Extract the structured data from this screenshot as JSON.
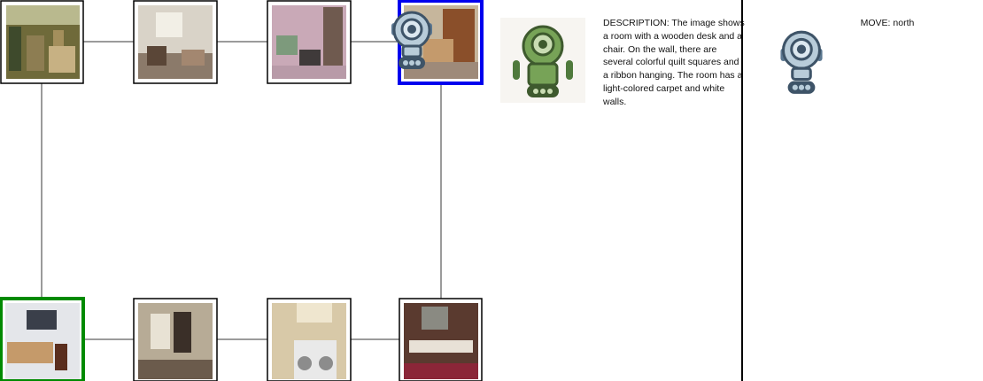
{
  "rooms": [
    {
      "id": "r1",
      "label": "storage room with boxes and shelves",
      "visited": false,
      "current": false,
      "start": false
    },
    {
      "id": "r2",
      "label": "room with chairs and windows",
      "visited": false,
      "current": false,
      "start": false
    },
    {
      "id": "r3",
      "label": "crafting room with shelves and desk",
      "visited": false,
      "current": false,
      "start": false
    },
    {
      "id": "r4",
      "label": "room with wooden desk and chair",
      "visited": true,
      "current": true,
      "start": false
    },
    {
      "id": "r5",
      "label": "office with desk and chair",
      "visited": true,
      "current": false,
      "start": true
    },
    {
      "id": "r6",
      "label": "hall with stone walls",
      "visited": false,
      "current": false,
      "start": false
    },
    {
      "id": "r7",
      "label": "laundry room with washing machines",
      "visited": false,
      "current": false,
      "start": false
    },
    {
      "id": "r8",
      "label": "dining room with long table",
      "visited": false,
      "current": false,
      "start": false
    }
  ],
  "colors": {
    "current": "#0000ee",
    "start": "#008a00",
    "edge": "#7a7a7a"
  },
  "description": "DESCRIPTION: The image shows a room with a wooden desk and a chair. On the wall, there are several colorful quilt squares and a ribbon hanging. The room has a light-colored carpet and white walls.",
  "move": "MOVE: north",
  "icons": {
    "agent": "robot-icon",
    "describer": "robot-icon"
  }
}
